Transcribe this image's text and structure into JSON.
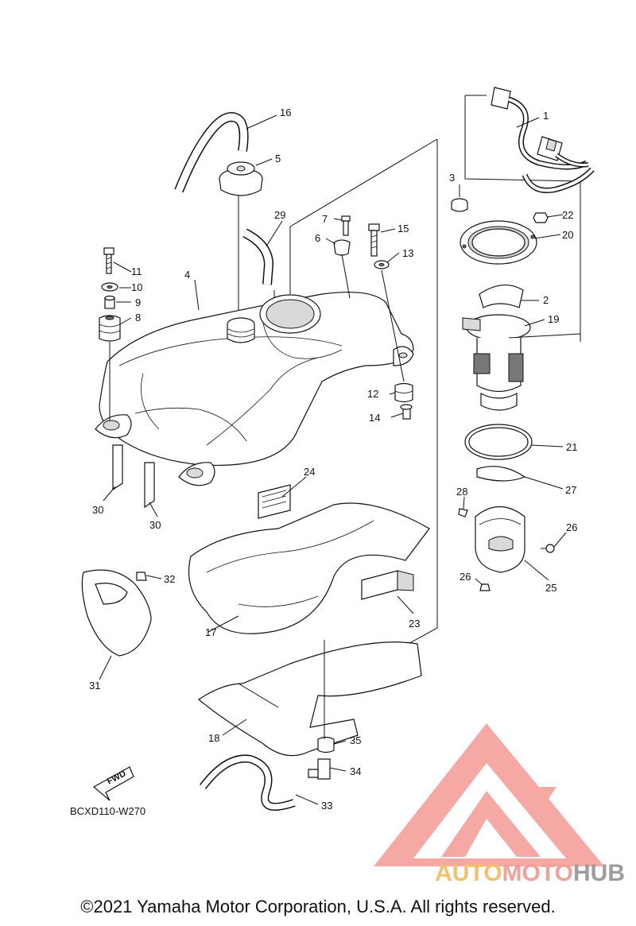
{
  "diagram": {
    "code": "BCXD110-W270",
    "fwd_label": "FWD",
    "labels": [
      {
        "id": "1",
        "text": "1"
      },
      {
        "id": "2",
        "text": "2"
      },
      {
        "id": "3",
        "text": "3"
      },
      {
        "id": "4",
        "text": "4"
      },
      {
        "id": "5",
        "text": "5"
      },
      {
        "id": "6",
        "text": "6"
      },
      {
        "id": "7",
        "text": "7"
      },
      {
        "id": "8",
        "text": "8"
      },
      {
        "id": "9",
        "text": "9"
      },
      {
        "id": "10",
        "text": "10"
      },
      {
        "id": "11",
        "text": "11"
      },
      {
        "id": "12",
        "text": "12"
      },
      {
        "id": "13",
        "text": "13"
      },
      {
        "id": "14",
        "text": "14"
      },
      {
        "id": "15",
        "text": "15"
      },
      {
        "id": "16",
        "text": "16"
      },
      {
        "id": "17",
        "text": "17"
      },
      {
        "id": "18",
        "text": "18"
      },
      {
        "id": "19",
        "text": "19"
      },
      {
        "id": "20",
        "text": "20"
      },
      {
        "id": "21",
        "text": "21"
      },
      {
        "id": "22",
        "text": "22"
      },
      {
        "id": "23",
        "text": "23"
      },
      {
        "id": "24",
        "text": "24"
      },
      {
        "id": "25",
        "text": "25"
      },
      {
        "id": "26a",
        "text": "26"
      },
      {
        "id": "26b",
        "text": "26"
      },
      {
        "id": "27",
        "text": "27"
      },
      {
        "id": "28",
        "text": "28"
      },
      {
        "id": "29",
        "text": "29"
      },
      {
        "id": "30a",
        "text": "30"
      },
      {
        "id": "30b",
        "text": "30"
      },
      {
        "id": "31",
        "text": "31"
      },
      {
        "id": "32",
        "text": "32"
      },
      {
        "id": "33",
        "text": "33"
      },
      {
        "id": "34",
        "text": "34"
      },
      {
        "id": "35",
        "text": "35"
      }
    ]
  },
  "watermark": {
    "part1": "AUTO",
    "part2": "MOTO",
    "part3": "HUB",
    "colors": {
      "auto": "#f3c06b",
      "moto": "#f4a09a",
      "hub": "#9d9d9d",
      "logo": "#f08080"
    }
  },
  "footer": {
    "copyright": "©2021 Yamaha Motor Corporation, U.S.A. All rights reserved."
  }
}
